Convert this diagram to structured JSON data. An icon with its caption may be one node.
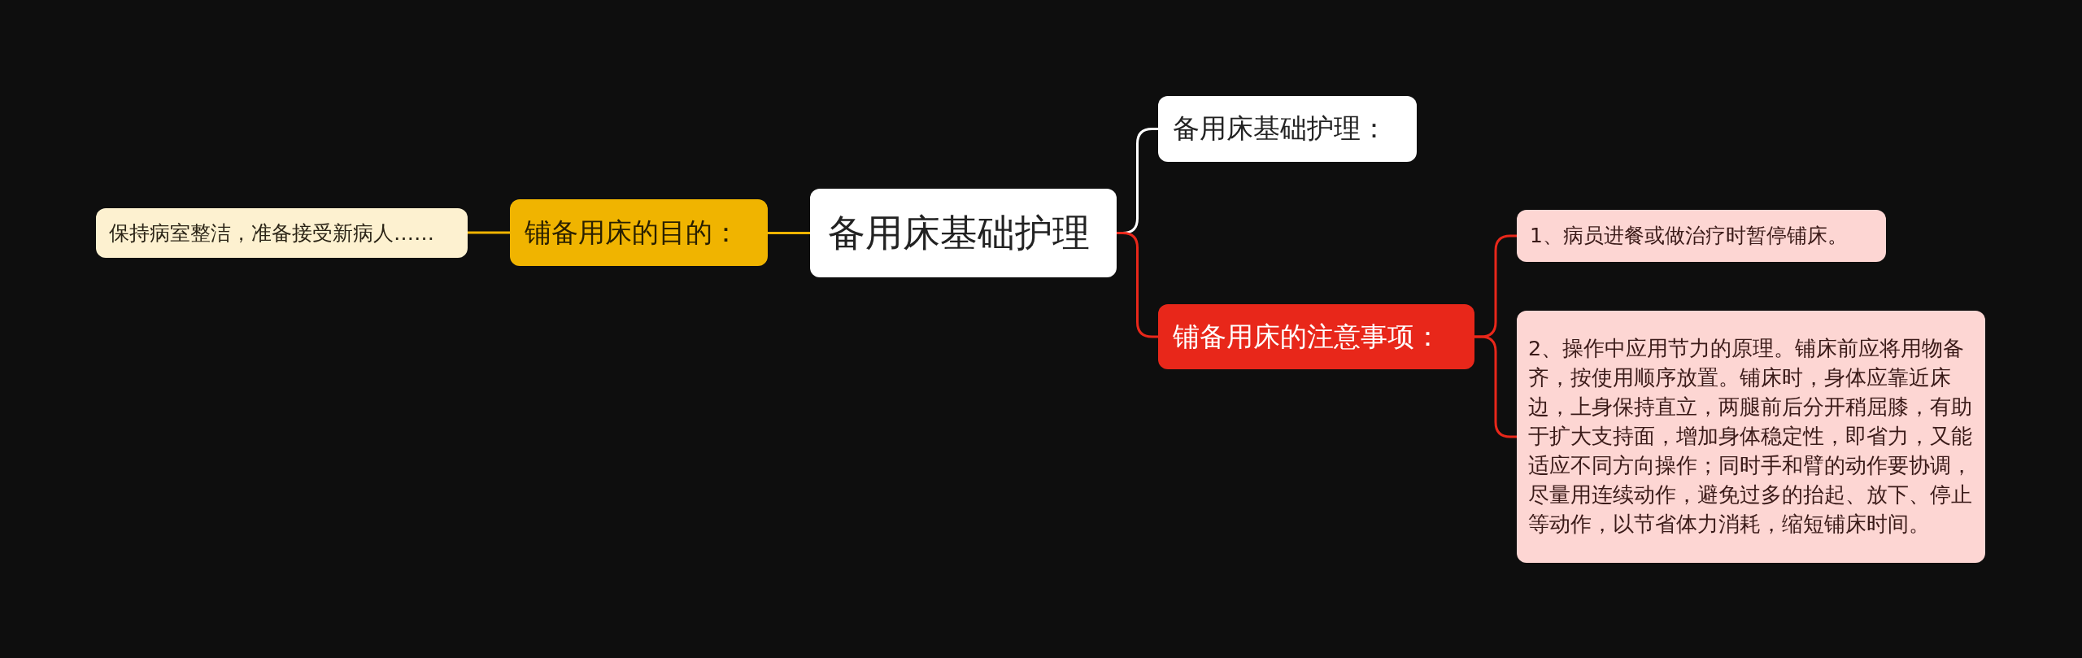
{
  "diagram": {
    "nodes": [
      {
        "text": [
          "备用床基础护理"
        ]
      },
      {
        "text": [
          "铺备用床的目的："
        ]
      },
      {
        "text": [
          "保持病室整洁，准备接受新病人……"
        ]
      },
      {
        "text": [
          "备用床基础护理："
        ]
      },
      {
        "text": [
          "铺备用床的注意事项："
        ]
      },
      {
        "text": [
          "1、病员进餐或做治疗时暂停铺床。"
        ]
      },
      {
        "text": [
          "2、操作中应用节力的原理。铺床前应将用物备齐，按使用顺序放置。铺床时，身体应靠近床边，上身保持直立，两腿前后分开稍屈膝，有助于扩大支持面，增加身体稳定性，即省力，又能适应不同方向操作；同时手和臂的动作要协调，尽量用连续动作，避免过多的抬起、放下、停止等动作，以节省体力消耗，缩短铺床时间。"
        ]
      }
    ],
    "edges": [
      {
        "from": 0,
        "to": 1,
        "arrow": "none",
        "color": "#f0b400"
      },
      {
        "from": 1,
        "to": 2,
        "arrow": "none",
        "color": "#f0b400"
      },
      {
        "from": 0,
        "to": 3,
        "arrow": "none",
        "color": "#ffffff"
      },
      {
        "from": 0,
        "to": 4,
        "arrow": "none",
        "color": "#e8271a"
      },
      {
        "from": 4,
        "to": 5,
        "arrow": "none",
        "color": "#e8271a"
      },
      {
        "from": 4,
        "to": 6,
        "arrow": "none",
        "color": "#e8271a"
      }
    ]
  }
}
